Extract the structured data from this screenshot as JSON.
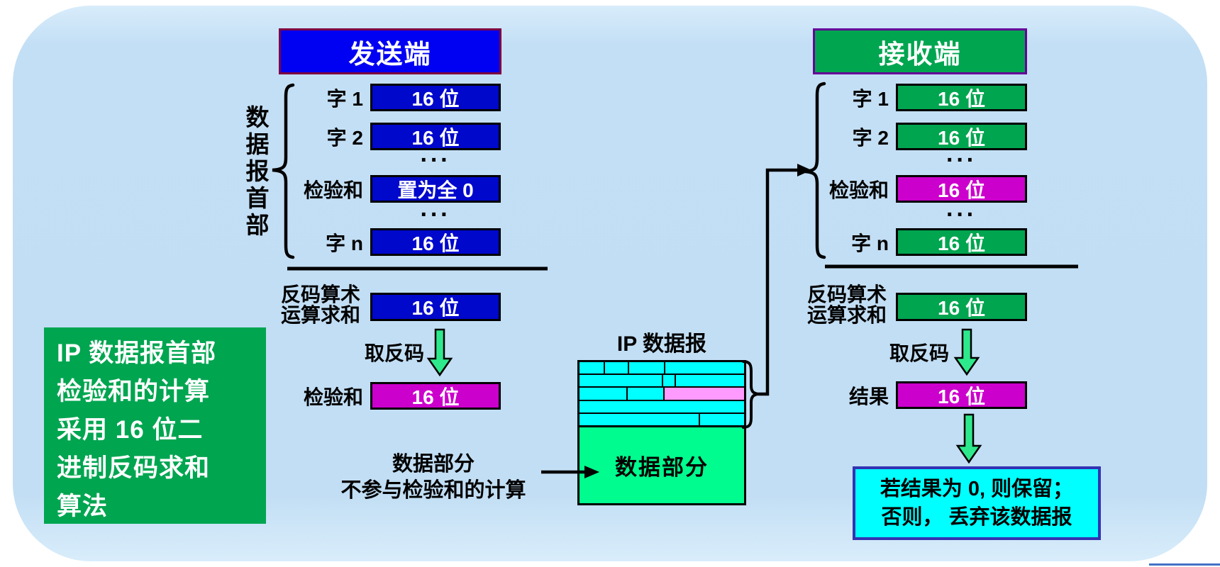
{
  "colors": {
    "canvas_bg": "#C3DFF5",
    "sender_header_bg": "#0000F2",
    "sender_header_border": "#7D0040",
    "sender_box_bg": "#0008CC",
    "receiver_header_bg": "#00A550",
    "receiver_header_border": "#660099",
    "receiver_box_bg": "#00A550",
    "checksum_box_bg": "#CC00CC",
    "ip_header_cell_bg": "#00FFFF",
    "ip_checksum_cell_bg": "#FF9AFF",
    "data_part_bg": "#00FB8E",
    "decision_box_bg": "#00FFFF",
    "decision_box_border": "#3333B2",
    "info_panel_bg": "#00A550",
    "arrow_fill": "#2EE98C",
    "bottom_accent_line": "#4472C4"
  },
  "sender": {
    "title": "发送端",
    "group_label": "数据报首部",
    "rows": [
      {
        "label": "字 1",
        "value": "16 位"
      },
      {
        "label": "字 2",
        "value": "16 位"
      },
      {
        "label": "检验和",
        "value": "置为全 0"
      },
      {
        "label": "字 n",
        "value": "16 位"
      }
    ],
    "dots": "···",
    "sum_label": [
      "反码算术",
      "运算求和"
    ],
    "sum_value": "16 位",
    "invert_label": "取反码",
    "checksum_label": "检验和",
    "checksum_value": "16 位"
  },
  "receiver": {
    "title": "接收端",
    "rows": [
      {
        "label": "字 1",
        "value": "16 位"
      },
      {
        "label": "字 2",
        "value": "16 位"
      },
      {
        "label": "检验和",
        "value": "16 位"
      },
      {
        "label": "字 n",
        "value": "16 位"
      }
    ],
    "dots": "···",
    "sum_label": [
      "反码算术",
      "运算求和"
    ],
    "sum_value": "16 位",
    "invert_label": "取反码",
    "result_label": "结果",
    "result_value": "16 位",
    "decision": [
      "若结果为 0, 则保留；",
      "否则， 丢弃该数据报"
    ]
  },
  "datagram": {
    "title": "IP 数据报",
    "data_label": "数据部分",
    "note": [
      "数据部分",
      "不参与检验和的计算"
    ]
  },
  "info_panel": {
    "lines": [
      "IP 数据报首部",
      "检验和的计算",
      "采用 16 位二",
      "进制反码求和",
      "算法"
    ]
  }
}
